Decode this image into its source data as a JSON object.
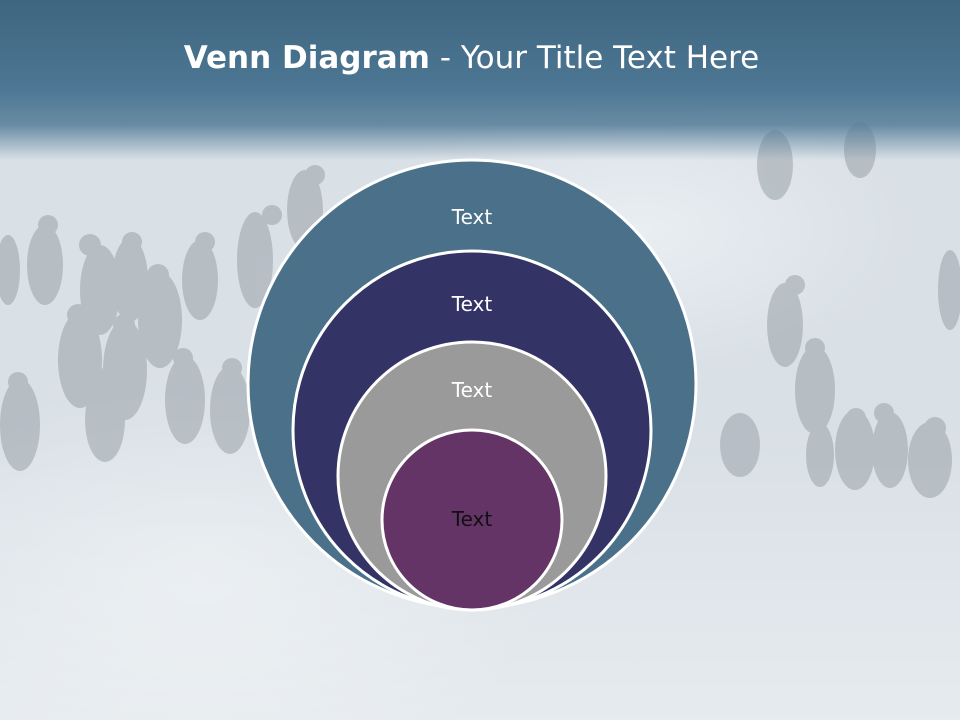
{
  "slide": {
    "title_bold": "Venn Diagram",
    "title_rest": " - Your Title Text Here"
  },
  "diagram": {
    "type": "nested-circles",
    "levels": [
      {
        "label": "Text",
        "fill": "#4a7189",
        "text_color": "#ffffff"
      },
      {
        "label": "Text",
        "fill": "#343365",
        "text_color": "#ffffff"
      },
      {
        "label": "Text",
        "fill": "#9a9a9a",
        "text_color": "#ffffff"
      },
      {
        "label": "Text",
        "fill": "#643466",
        "text_color": "#111111"
      }
    ],
    "stroke": "#ffffff"
  },
  "colors": {
    "title_band": "#466e8a",
    "background": "#d9e0e6"
  }
}
